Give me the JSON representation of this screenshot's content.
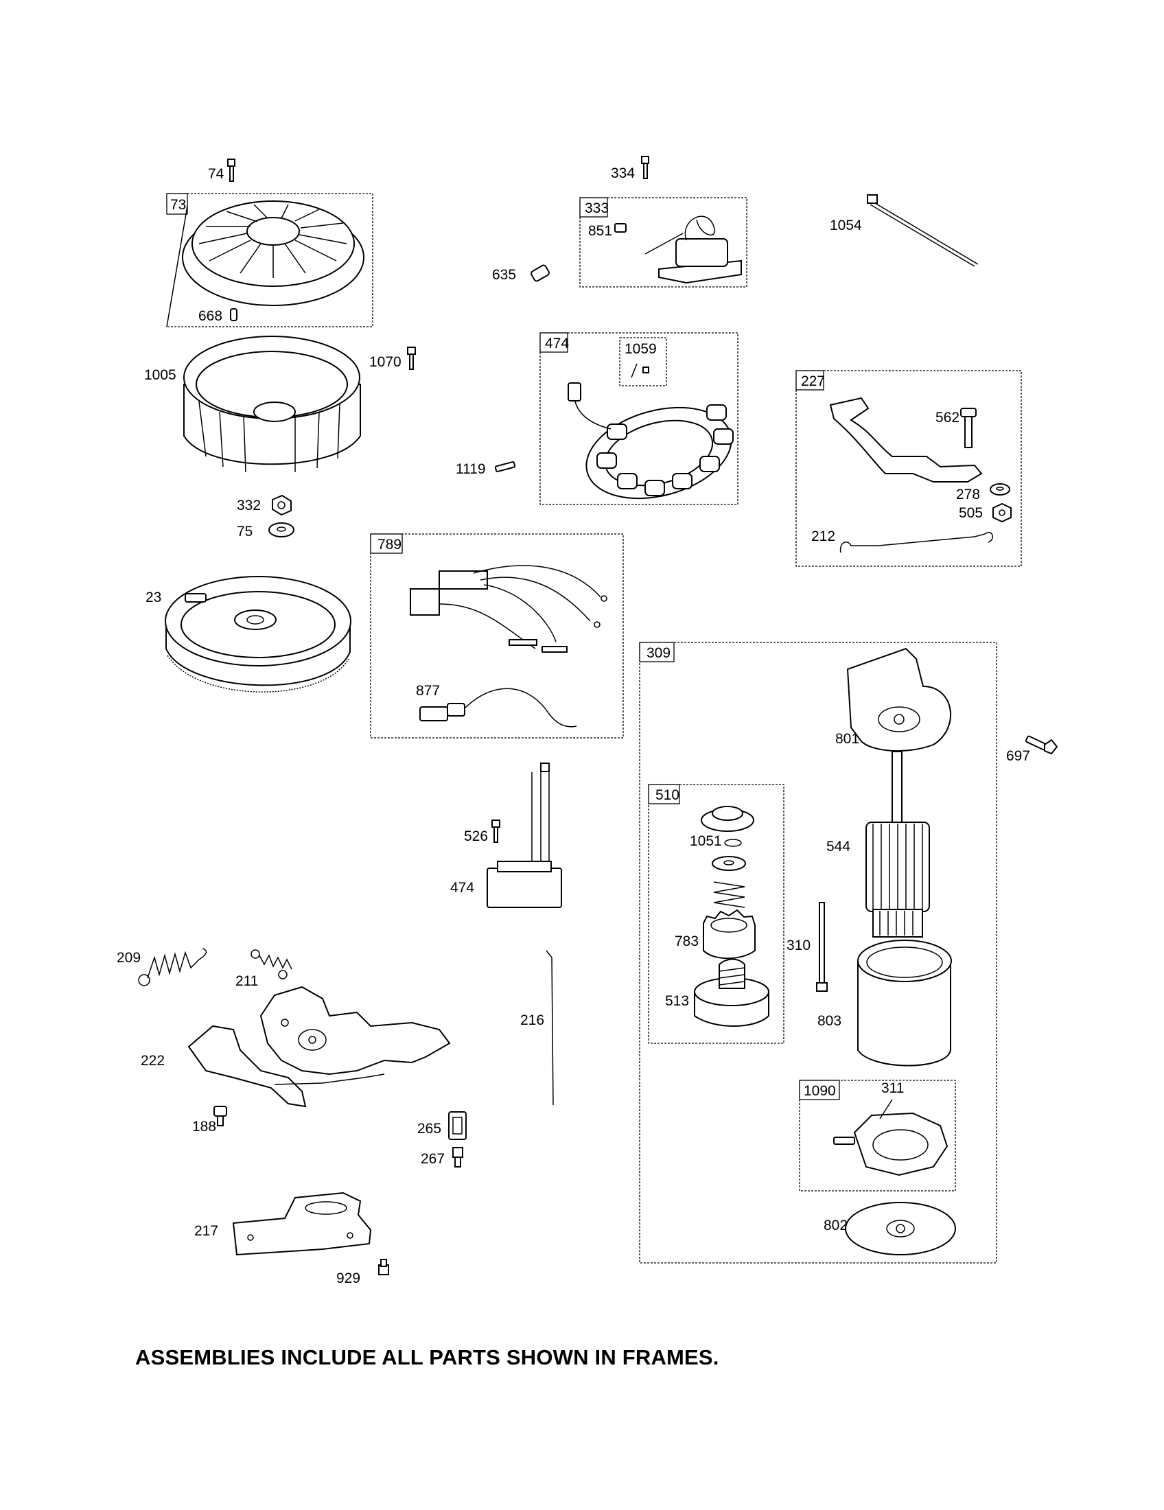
{
  "labels": {
    "p74": "74",
    "p73": "73",
    "p668": "668",
    "p334": "334",
    "p333": "333",
    "p851": "851",
    "p635": "635",
    "p1054": "1054",
    "p474a": "474",
    "p1059": "1059",
    "p1119": "1119",
    "p1005": "1005",
    "p1070": "1070",
    "p332": "332",
    "p75": "75",
    "p227": "227",
    "p562": "562",
    "p278": "278",
    "p505": "505",
    "p212": "212",
    "p23": "23",
    "p789": "789",
    "p877": "877",
    "p309": "309",
    "p801": "801",
    "p697": "697",
    "p510": "510",
    "p1051": "1051",
    "p544": "544",
    "p526": "526",
    "p474b": "474",
    "p783": "783",
    "p310": "310",
    "p209": "209",
    "p211": "211",
    "p216": "216",
    "p513": "513",
    "p803": "803",
    "p222": "222",
    "p1090": "1090",
    "p311": "311",
    "p188": "188",
    "p265": "265",
    "p267": "267",
    "p217": "217",
    "p802": "802",
    "p929": "929"
  },
  "footer": "ASSEMBLIES INCLUDE ALL PARTS SHOWN IN FRAMES."
}
